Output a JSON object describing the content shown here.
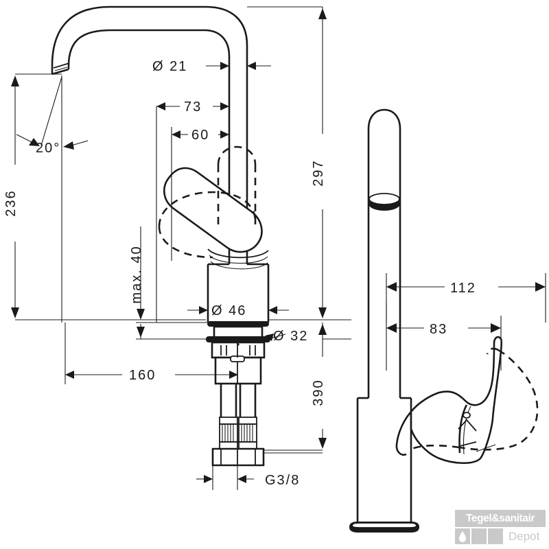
{
  "document": {
    "type": "technical-dimension-drawing",
    "subject": "Single lever kitchen / basin mixer tap",
    "background_color": "#ffffff",
    "line_color": "#1a1a1a"
  },
  "dimensions": {
    "spout_diameter": "Ø 21",
    "reach_outer": "73",
    "reach_inner": "60",
    "spout_angle": "20°",
    "spout_height": "236",
    "total_height": "297",
    "base_diameter": "Ø 46",
    "shank_diameter": "Ø 32",
    "max_deck_thickness": "max. 40",
    "hose_length": "390",
    "supply_hose_reach": "160",
    "thread": "G3/8",
    "handle_depth_total": "112",
    "handle_depth_inner": "83"
  },
  "labels": [
    {
      "id": "d21",
      "text": "Ø 21",
      "orientation": "horizontal"
    },
    {
      "id": "d73",
      "text": "73",
      "orientation": "horizontal"
    },
    {
      "id": "d60",
      "text": "60",
      "orientation": "horizontal"
    },
    {
      "id": "a20",
      "text": "20°",
      "orientation": "horizontal"
    },
    {
      "id": "h236",
      "text": "236",
      "orientation": "vertical"
    },
    {
      "id": "h297",
      "text": "297",
      "orientation": "vertical"
    },
    {
      "id": "d46",
      "text": "Ø 46",
      "orientation": "horizontal"
    },
    {
      "id": "d32",
      "text": "Ø 32",
      "orientation": "horizontal"
    },
    {
      "id": "m40",
      "text": "max. 40",
      "orientation": "vertical"
    },
    {
      "id": "h390",
      "text": "390",
      "orientation": "vertical"
    },
    {
      "id": "l160",
      "text": "160",
      "orientation": "horizontal"
    },
    {
      "id": "g38",
      "text": "G3/8",
      "orientation": "horizontal"
    },
    {
      "id": "w112",
      "text": "112",
      "orientation": "horizontal"
    },
    {
      "id": "w83",
      "text": "83",
      "orientation": "horizontal"
    }
  ],
  "watermark": {
    "brand_line1": "Tegel&sanitair",
    "brand_line2": "Depot",
    "icon": "water-drop-icon",
    "bar_color": "#c9c9c9",
    "text_color": "#ffffff",
    "depot_color": "#c9c9c9"
  }
}
